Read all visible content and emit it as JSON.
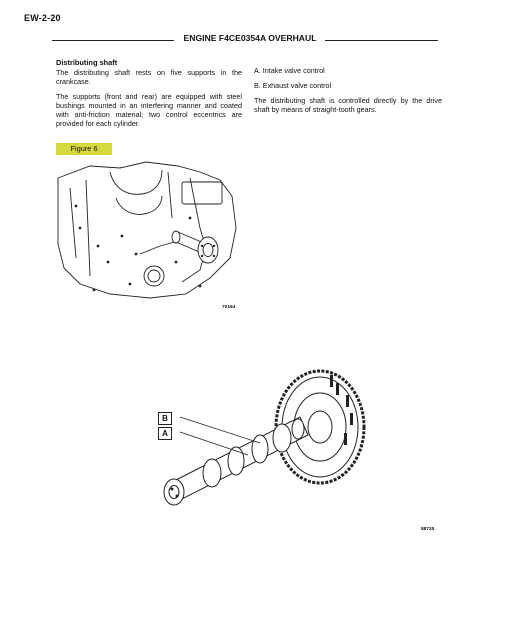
{
  "header": {
    "page_id": "EW-2-20",
    "title": "ENGINE F4CE0354A OVERHAUL"
  },
  "left_column": {
    "heading": "Distributing shaft",
    "paragraph1": "The distributing shaft rests on five supports in the crankcase.",
    "paragraph2": "The supports (front and rear) are equipped with steel bushings mounted in an interfering manner and coated with anti-friction material; two control eccentrics are provided for each cylinder."
  },
  "right_column": {
    "item_a": "A. Intake valve control",
    "item_b": "B. Exhaust valve control",
    "paragraph": "The distributing shaft is controlled directly by the drive shaft by means of straight-tooth gears."
  },
  "figure": {
    "label": "Figure 6",
    "code_top": "70164",
    "code_bottom": "88725",
    "callout_b": "B",
    "callout_a": "A"
  },
  "colors": {
    "figure_tag": "#d6d93b",
    "ink": "#111111"
  }
}
